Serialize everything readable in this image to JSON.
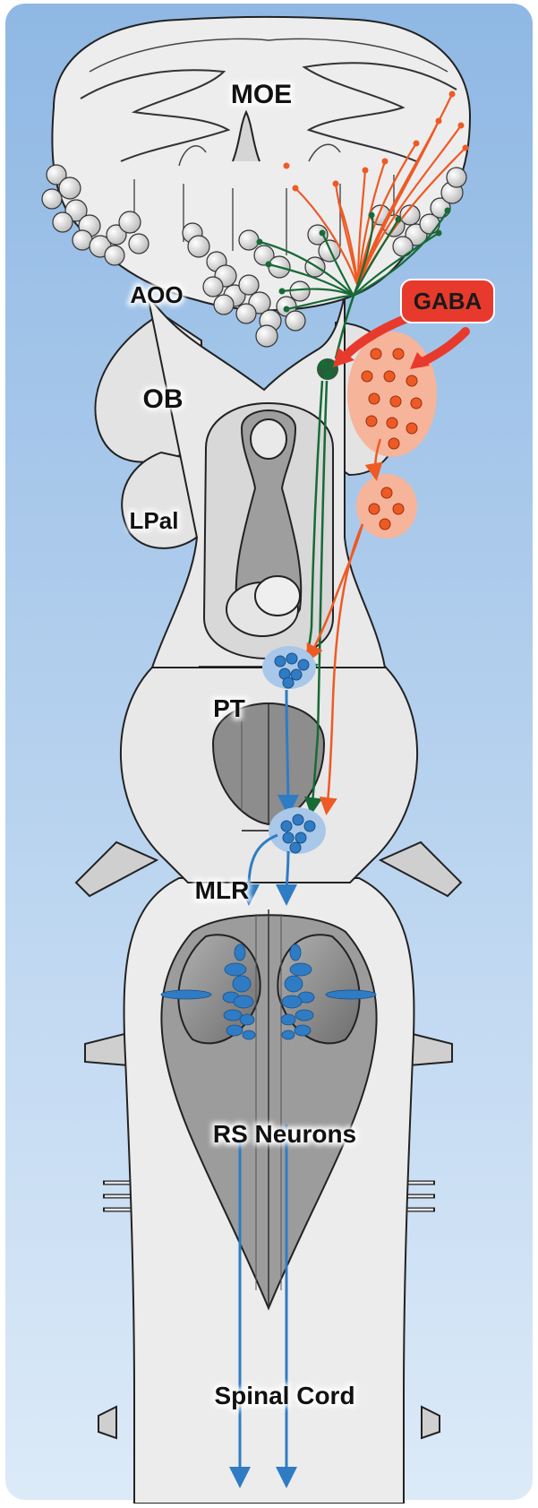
{
  "labels": {
    "moe": "MOE",
    "aoo": "AOO",
    "ob": "OB",
    "lpal": "LPal",
    "pt": "PT",
    "mlr": "MLR",
    "rs": "RS Neurons",
    "spinal": "Spinal Cord",
    "gaba": "GABA"
  },
  "colors": {
    "bg_top": "#8fb8e4",
    "bg_bottom": "#dceaf8",
    "tissue": "#ececec",
    "tissue_dark": "#8c8c8c",
    "orange": "#ee5a24",
    "green": "#176a36",
    "blue": "#2f7cc4",
    "blue_halo": "#a9c7e8",
    "salmon": "#f6b49a",
    "gaba_red": "#e83a2c"
  },
  "icons": {
    "gaba_arrow": "curved-arrow-icon",
    "pathway_arrow": "arrowhead-icon"
  }
}
